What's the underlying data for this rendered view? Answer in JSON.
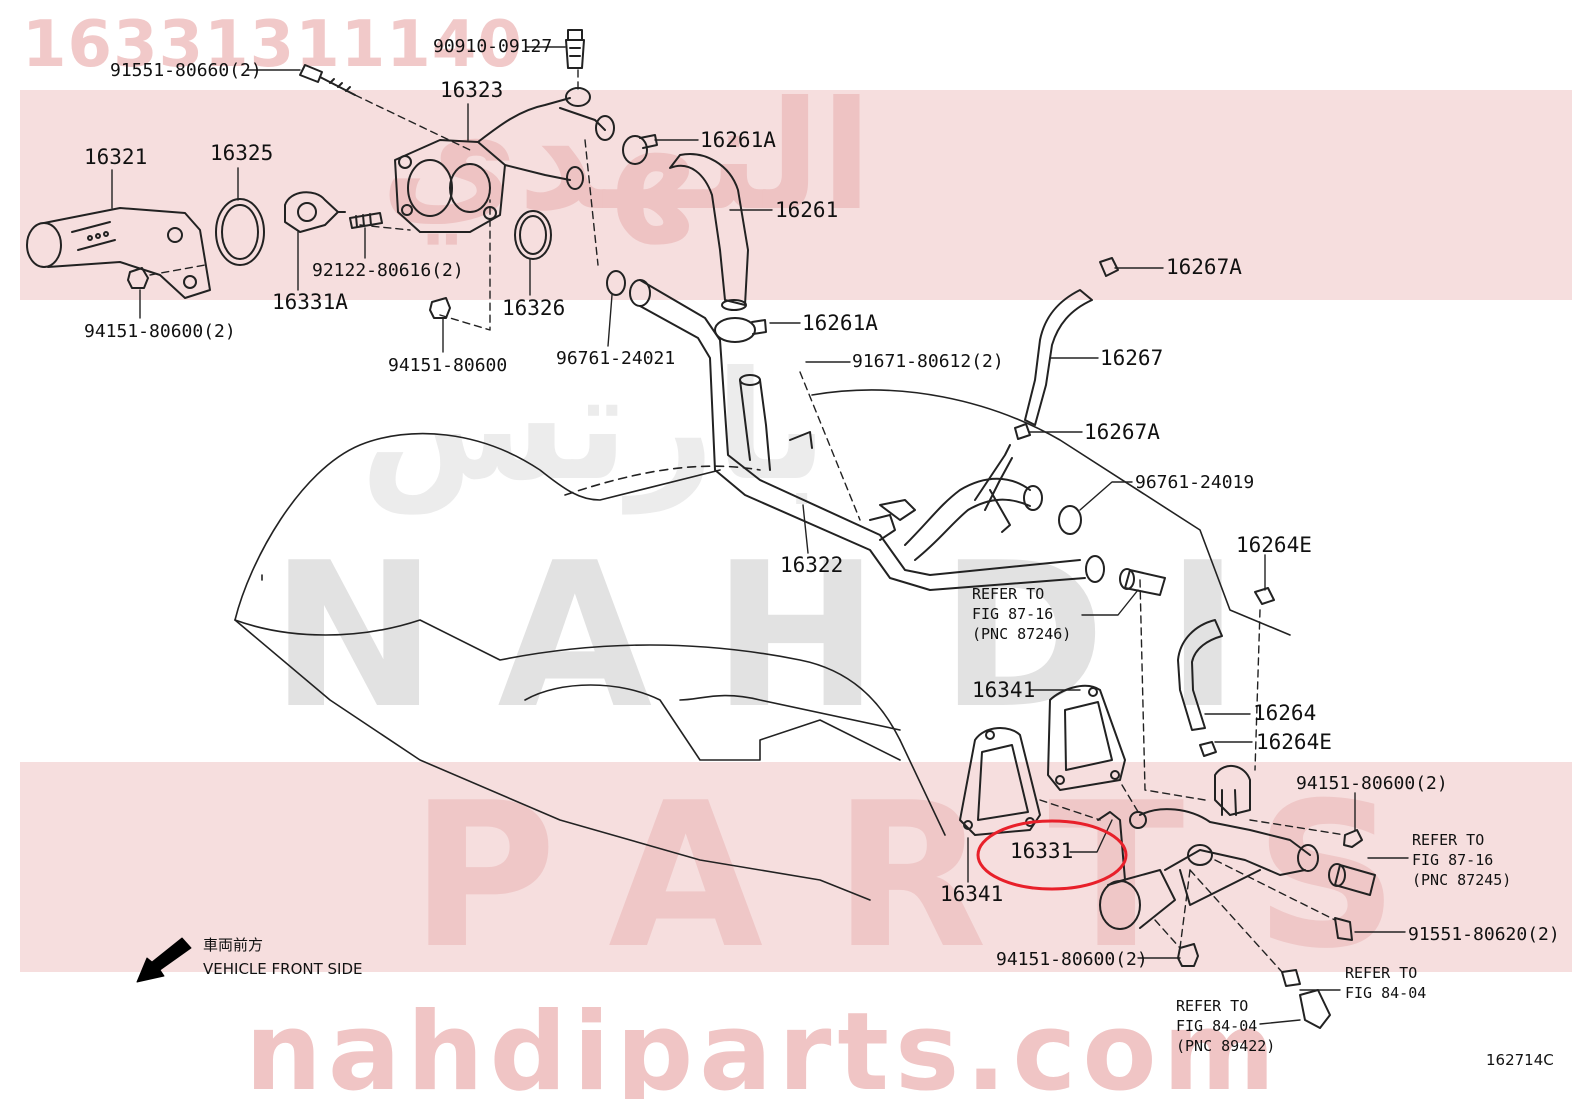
{
  "watermarks": {
    "part_number": "16331311140",
    "arabic_top": "النهدي",
    "arabic_mid": "بارتس",
    "nahdi": "NAHDI",
    "parts": "PARTS",
    "url": "nahdiparts.com"
  },
  "callouts": {
    "c_90910_09127": "90910-09127",
    "c_91551_80660": "91551-80660(2)",
    "c_16323": "16323",
    "c_16321": "16321",
    "c_16325": "16325",
    "c_16261A_top": "16261A",
    "c_16261": "16261",
    "c_92122_80616": "92122-80616(2)",
    "c_16331A": "16331A",
    "c_16326": "16326",
    "c_94151_80600_2_left": "94151-80600(2)",
    "c_94151_80600": "94151-80600",
    "c_96761_24021": "96761-24021",
    "c_16261A_mid": "16261A",
    "c_91671_80612": "91671-80612(2)",
    "c_16267A_top": "16267A",
    "c_16267": "16267",
    "c_16267A_mid": "16267A",
    "c_96761_24019": "96761-24019",
    "c_16322": "16322",
    "c_16264E_top": "16264E",
    "c_16341_top": "16341",
    "c_16264": "16264",
    "c_16264E_mid": "16264E",
    "c_94151_80600_2_right": "94151-80600(2)",
    "c_16331": "16331",
    "c_16341_bottom": "16341",
    "c_91551_80620": "91551-80620(2)",
    "c_94151_80600_2_bottom": "94151-80600(2)"
  },
  "references": {
    "ref_87_16_pnc_87246": [
      "REFER TO",
      "FIG 87-16",
      "(PNC 87246)"
    ],
    "ref_87_16_pnc_87245": [
      "REFER TO",
      "FIG 87-16",
      "(PNC 87245)"
    ],
    "ref_84_04_right": [
      "REFER TO",
      "FIG 84-04"
    ],
    "ref_84_04_pnc_89422": [
      "REFER TO",
      "FIG 84-04",
      "(PNC 89422)"
    ]
  },
  "front_indicator": {
    "japanese": "車両前方",
    "english": "VEHICLE FRONT SIDE"
  },
  "figure_code": "162714C",
  "highlight_color": "#e8202a"
}
